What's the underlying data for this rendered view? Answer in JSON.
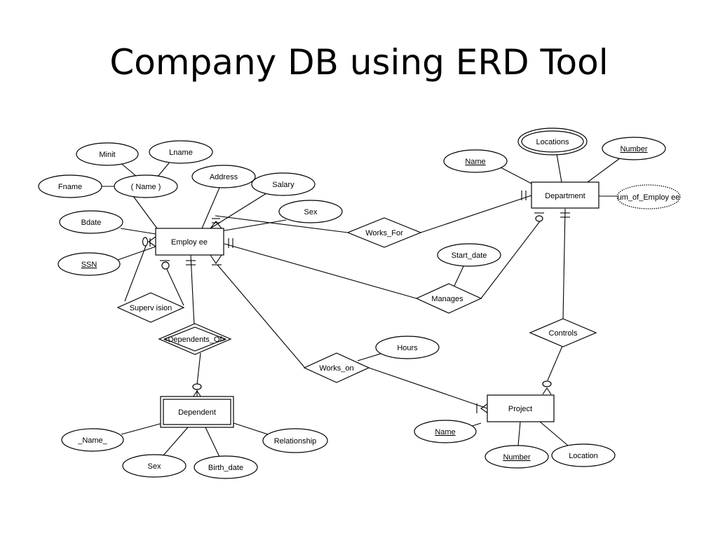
{
  "title": "Company DB using ERD Tool",
  "entities": {
    "employee": "Employ ee",
    "department": "Department",
    "project": "Project",
    "dependent": "Dependent"
  },
  "relationships": {
    "works_for": "Works_For",
    "manages": "Manages",
    "works_on": "Works_on",
    "controls": "Controls",
    "supervision": "Superv ision",
    "dependents_of": "<Dependents_Of>"
  },
  "attributes": {
    "minit": "Minit",
    "lname": "Lname",
    "fname": "Fname",
    "name_composite": "( Name )",
    "address": "Address",
    "salary": "Salary",
    "sex_employee": "Sex",
    "bdate": "Bdate",
    "ssn": "SSN",
    "dept_name": "Name",
    "locations": "Locations",
    "dept_number": "Number",
    "num_of_employees": "um_of_Employ ee",
    "start_date": "Start_date",
    "hours": "Hours",
    "project_name": "Name",
    "project_number": "Number",
    "project_location": "Location",
    "dependent_name": "_Name_",
    "dependent_sex": "Sex",
    "birth_date": "Birth_date",
    "relationship": "Relationship"
  }
}
